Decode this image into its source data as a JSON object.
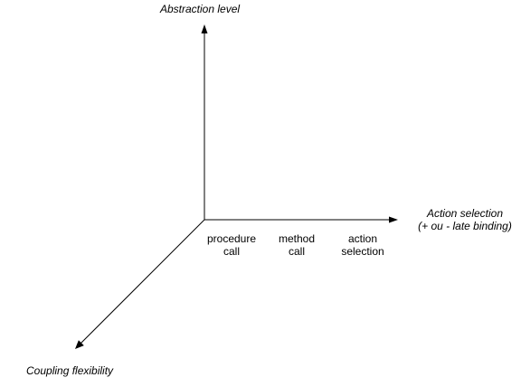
{
  "axes": {
    "vertical": {
      "label": "Abstraction level"
    },
    "horizontal": {
      "label_line1": "Action selection",
      "label_line2": "(+ ou - late binding)"
    },
    "depth": {
      "label": "Coupling flexibility"
    }
  },
  "ticks": [
    {
      "line1": "procedure",
      "line2": "call"
    },
    {
      "line1": "method",
      "line2": "call"
    },
    {
      "line1": "action",
      "line2": "selection"
    }
  ],
  "colors": {
    "line": "#000000",
    "background": "#ffffff"
  }
}
